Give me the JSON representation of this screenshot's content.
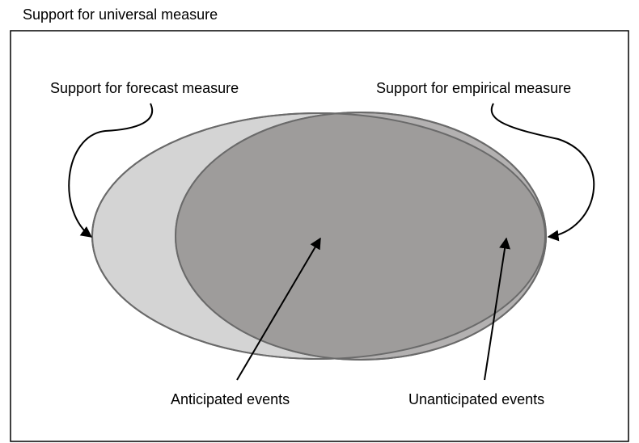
{
  "diagram": {
    "title": "Support for universal measure",
    "labels": {
      "forecast": "Support for forecast measure",
      "empirical": "Support for empirical measure",
      "anticipated": "Anticipated events",
      "unanticipated": "Unanticipated events"
    },
    "colors": {
      "frame": "#000000",
      "forecast_fill": "#d4d4d4",
      "empirical_fill": "#b3b1b1",
      "overlap_fill": "#9e9c9b",
      "ellipse_stroke": "#6a6a6a",
      "arrow": "#000000"
    }
  }
}
